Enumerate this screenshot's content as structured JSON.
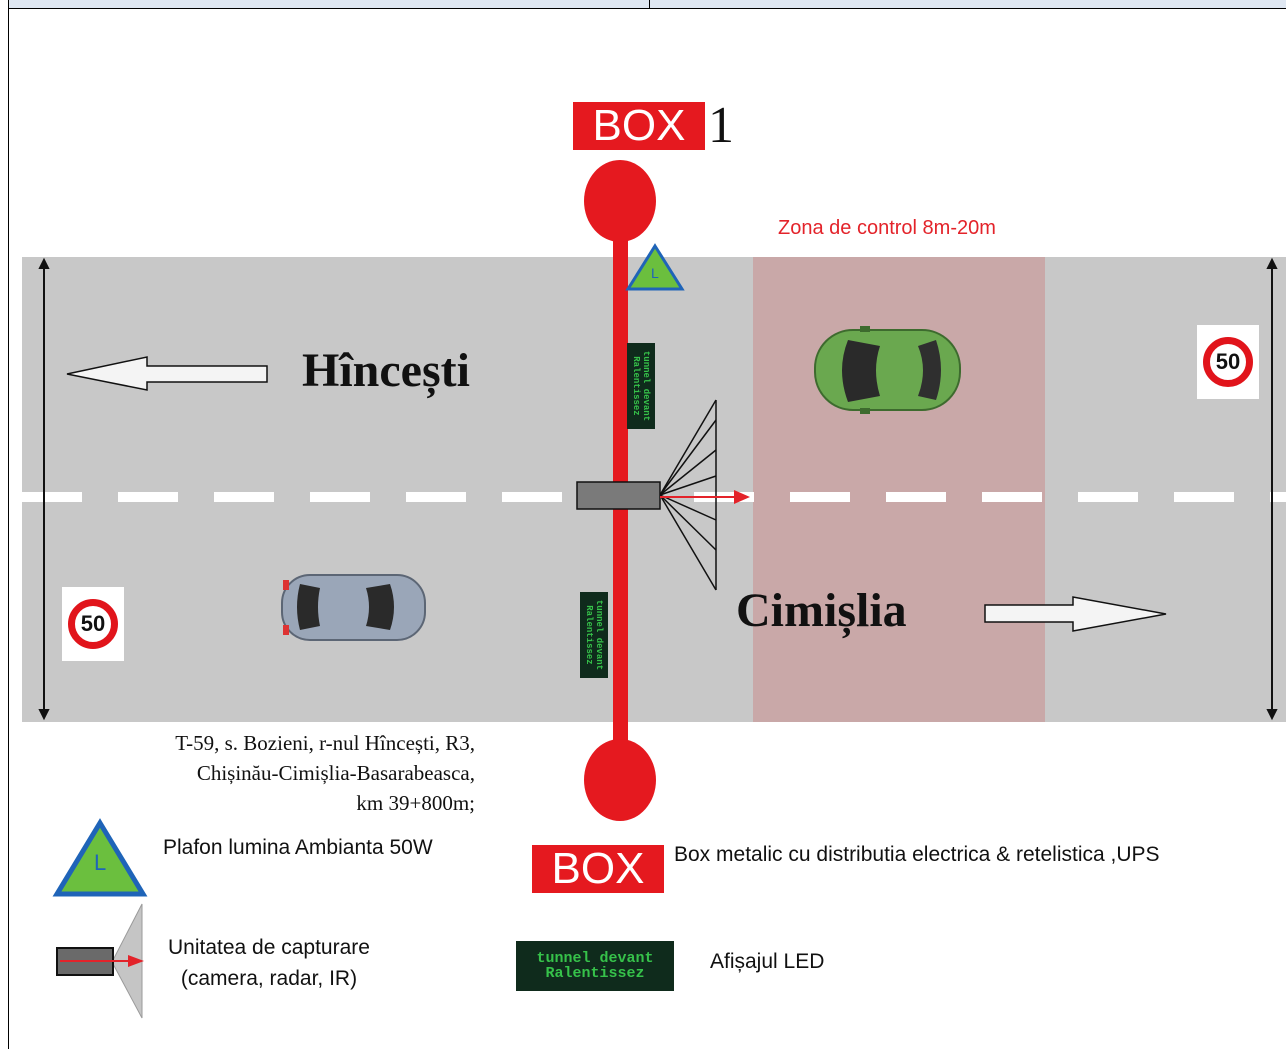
{
  "zone_label": "Zona de control 8m-20m",
  "box_top": {
    "label": "BOX",
    "number": "1"
  },
  "box_legend_label": "BOX",
  "lamp_letter": "L",
  "cities": {
    "west": "Hîncești",
    "east": "Cimișlia"
  },
  "speed_limit": "50",
  "location": [
    "T-59, s. Bozieni, r-nul Hîncești, R3,",
    "Chișinău-Cimișlia-Basarabeasca,",
    "km 39+800m;"
  ],
  "legend": {
    "lamp": "Plafon lumina Ambianta 50W",
    "box": "Box metalic  cu distributia electrica & retelistica ,UPS",
    "capture_line1": "Unitatea de capturare",
    "capture_line2": "(camera, radar, IR)",
    "led": "Afișajul LED"
  },
  "led_text": {
    "line1": "tunnel devant",
    "line2": "Ralentissez"
  },
  "colors": {
    "road": "#c8c8c8",
    "zone": "#c9a8a8",
    "pole": "#e5191f",
    "accent_red": "#e3232a"
  }
}
